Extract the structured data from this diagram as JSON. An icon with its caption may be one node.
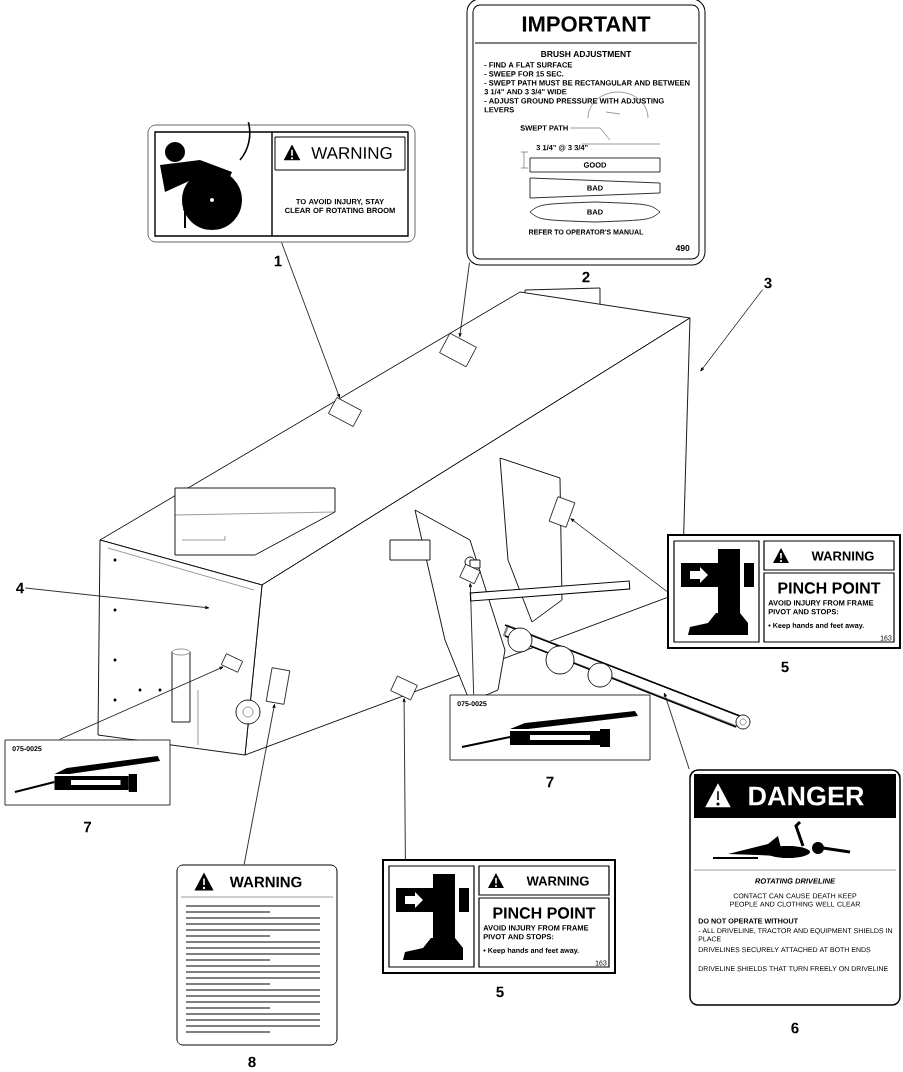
{
  "diagram": {
    "nodes": [
      {
        "text": [
          "WARNING",
          "TO AVOID INJURY, STAY CLEAR OF ROTATING BROOM"
        ],
        "beside": [
          "1"
        ]
      },
      {
        "text": [
          "IMPORTANT",
          "BRUSH ADJUSTMENT",
          "- FIND A FLAT SURFACE",
          "- SWEEP FOR 15 SEC.",
          "- SWEPT PATH MUST BE RECTANGULAR AND BETWEEN 3 1/4\" AND 3 3/4\" WIDE",
          "- ADJUST GROUND PRESSURE WITH ADJUSTING LEVERS",
          "SWEPT PATH",
          "3 1/4\" @ 3 3/4\"",
          "REFER TO OPERATOR'S MANUAL",
          "490"
        ],
        "beside": [
          "2"
        ]
      },
      {
        "text": [
          "GOOD"
        ],
        "in": 1
      },
      {
        "text": [
          "BAD"
        ],
        "in": 1
      },
      {
        "text": [
          "BAD"
        ],
        "in": 1
      },
      {
        "text": [
          "3"
        ]
      },
      {
        "text": [
          "4"
        ]
      },
      {
        "text": [
          "WARNING",
          "PINCH POINT",
          "AVOID INJURY FROM FRAME PIVOT AND STOPS:",
          "• Keep hands and feet away.",
          "163"
        ],
        "beside": [
          "5"
        ]
      },
      {
        "text": [
          "DANGER",
          "ROTATING DRIVELINE",
          "CONTACT CAN CAUSE DEATH KEEP PEOPLE AND CLOTHING WELL CLEAR",
          "DO NOT OPERATE WITHOUT",
          "- ALL DRIVELINE, TRACTOR AND EQUIPMENT SHIELDS IN PLACE",
          "DRIVELINES SECURELY ATTACHED AT BOTH ENDS",
          "DRIVELINE SHIELDS THAT TURN FREELY ON DRIVELINE"
        ],
        "beside": [
          "6"
        ]
      },
      {
        "text": [
          "075-0025"
        ],
        "beside": [
          "7"
        ]
      },
      {
        "text": [
          "075-0025"
        ],
        "beside": [
          "7"
        ]
      },
      {
        "text": [
          "WARNING",
          "PINCH POINT",
          "AVOID INJURY FROM FRAME PIVOT AND STOPS:",
          "• Keep hands and feet away.",
          "163"
        ],
        "beside": [
          "5"
        ]
      },
      {
        "text": [
          "WARNING"
        ],
        "beside": [
          "8"
        ]
      },
      {
        "text": [],
        "shape": "box"
      },
      {
        "text": [],
        "shape": "box"
      },
      {
        "text": [],
        "shape": "box"
      },
      {
        "text": [],
        "shape": "box"
      },
      {
        "text": [],
        "shape": "box"
      },
      {
        "text": [],
        "shape": "box"
      },
      {
        "text": [],
        "shape": "box"
      }
    ],
    "edges": [
      {
        "from": 0,
        "to": 15,
        "arrow": "to"
      },
      {
        "from": 1,
        "to": 17,
        "arrow": "to"
      },
      {
        "from": 5,
        "to": null,
        "arrow": "to"
      },
      {
        "from": 6,
        "to": null,
        "arrow": "to"
      },
      {
        "from": 7,
        "to": 19,
        "arrow": "to"
      },
      {
        "from": 8,
        "to": null,
        "arrow": "to"
      },
      {
        "from": 9,
        "to": 18,
        "arrow": "to"
      },
      {
        "from": 10,
        "to": 13,
        "arrow": "to"
      },
      {
        "from": 11,
        "to": 16,
        "arrow": "to"
      },
      {
        "from": 12,
        "to": 14,
        "arrow": "to"
      }
    ]
  }
}
